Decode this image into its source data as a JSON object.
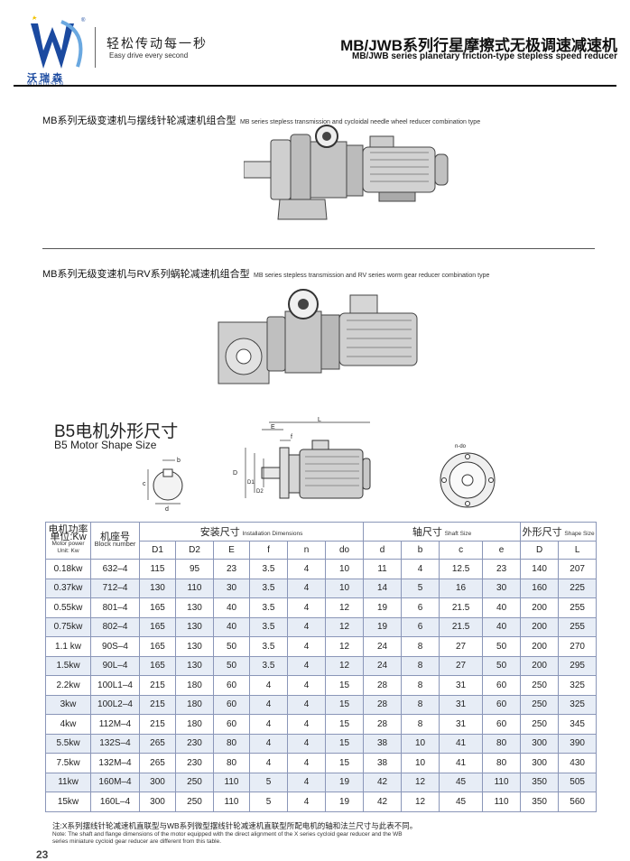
{
  "header": {
    "brand_cn": "沃瑞森",
    "brand_en": "WORUISEN",
    "slogan_cn": "轻松传动每一秒",
    "slogan_en": "Easy drive every second",
    "title_cn": "MB/JWB系列行星摩擦式无极调速减速机",
    "title_en": "MB/JWB series planetary friction-type stepless speed reducer"
  },
  "section1": {
    "label_cn": "MB系列无级变速机与摆线针轮减速机组合型",
    "label_en": "MB series stepless transmission and cycloidal needle wheel reducer combination type"
  },
  "section2": {
    "label_cn": "MB系列无级变速机与RV系列蜗轮减速机组合型",
    "label_en": "MB series stepless transmission and RV series worm gear reducer combination type"
  },
  "b5": {
    "title_cn": "B5电机外形尺寸",
    "title_en": "B5 Motor Shape Size",
    "dim_labels": {
      "E": "E",
      "L": "L",
      "f": "f",
      "n_do": "n-do",
      "D": "D",
      "D1": "D1",
      "D2": "D2",
      "b": "b",
      "c": "c",
      "d": "d"
    }
  },
  "table": {
    "head": {
      "power_cn": "电机功率",
      "power_unit_cn": "单位:Kw",
      "power_en": "Motor power",
      "power_unit_en": "Unit: Kw",
      "frame_cn": "机座号",
      "frame_en": "Block number",
      "install_cn": "安装尺寸",
      "install_en": "Installation Dimensions",
      "shaft_cn": "轴尺寸",
      "shaft_en": "Shaft Size",
      "shape_cn": "外形尺寸",
      "shape_en": "Shape Size"
    },
    "columns": [
      "D1",
      "D2",
      "E",
      "f",
      "n",
      "do",
      "d",
      "b",
      "c",
      "e",
      "D",
      "L"
    ],
    "rows": [
      [
        "0.18kw",
        "632–4",
        "115",
        "95",
        "23",
        "3.5",
        "4",
        "10",
        "11",
        "4",
        "12.5",
        "23",
        "140",
        "207"
      ],
      [
        "0.37kw",
        "712–4",
        "130",
        "110",
        "30",
        "3.5",
        "4",
        "10",
        "14",
        "5",
        "16",
        "30",
        "160",
        "225"
      ],
      [
        "0.55kw",
        "801–4",
        "165",
        "130",
        "40",
        "3.5",
        "4",
        "12",
        "19",
        "6",
        "21.5",
        "40",
        "200",
        "255"
      ],
      [
        "0.75kw",
        "802–4",
        "165",
        "130",
        "40",
        "3.5",
        "4",
        "12",
        "19",
        "6",
        "21.5",
        "40",
        "200",
        "255"
      ],
      [
        "1.1 kw",
        "90S–4",
        "165",
        "130",
        "50",
        "3.5",
        "4",
        "12",
        "24",
        "8",
        "27",
        "50",
        "200",
        "270"
      ],
      [
        "1.5kw",
        "90L–4",
        "165",
        "130",
        "50",
        "3.5",
        "4",
        "12",
        "24",
        "8",
        "27",
        "50",
        "200",
        "295"
      ],
      [
        "2.2kw",
        "100L1–4",
        "215",
        "180",
        "60",
        "4",
        "4",
        "15",
        "28",
        "8",
        "31",
        "60",
        "250",
        "325"
      ],
      [
        "3kw",
        "100L2–4",
        "215",
        "180",
        "60",
        "4",
        "4",
        "15",
        "28",
        "8",
        "31",
        "60",
        "250",
        "325"
      ],
      [
        "4kw",
        "112M–4",
        "215",
        "180",
        "60",
        "4",
        "4",
        "15",
        "28",
        "8",
        "31",
        "60",
        "250",
        "345"
      ],
      [
        "5.5kw",
        "132S–4",
        "265",
        "230",
        "80",
        "4",
        "4",
        "15",
        "38",
        "10",
        "41",
        "80",
        "300",
        "390"
      ],
      [
        "7.5kw",
        "132M–4",
        "265",
        "230",
        "80",
        "4",
        "4",
        "15",
        "38",
        "10",
        "41",
        "80",
        "300",
        "430"
      ],
      [
        "11kw",
        "160M–4",
        "300",
        "250",
        "110",
        "5",
        "4",
        "19",
        "42",
        "12",
        "45",
        "110",
        "350",
        "505"
      ],
      [
        "15kw",
        "160L–4",
        "300",
        "250",
        "110",
        "5",
        "4",
        "19",
        "42",
        "12",
        "45",
        "110",
        "350",
        "560"
      ]
    ]
  },
  "note": {
    "cn": "注:X系列摆线针轮减速机直联型与WB系列微型摆线针轮减速机直联型所配电机的轴和法兰尺寸与此表不同。",
    "en1": "Note: The shaft and flange dimensions of the motor equipped with the direct alignment of the X series cycloid gear reducer and the WB",
    "en2": "series miniature cycloid gear reducer are different from this table."
  },
  "page_number": "23",
  "colors": {
    "brand_blue": "#1b4aa0",
    "row_alt": "#e7edf6",
    "grid": "#8a96b8"
  }
}
